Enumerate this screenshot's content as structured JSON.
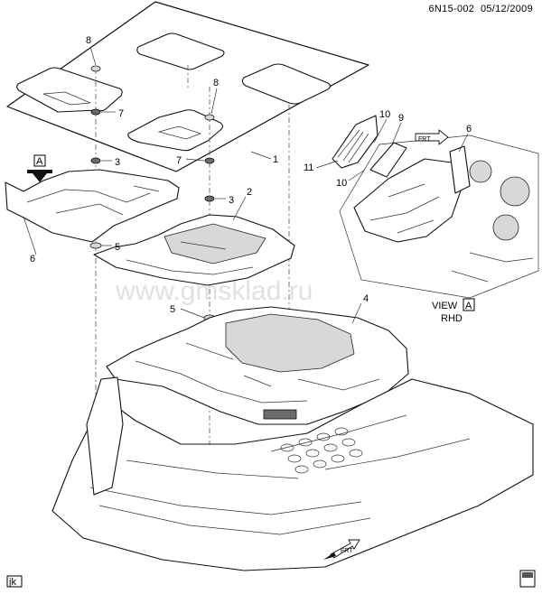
{
  "header": {
    "diagram_id": "6N15-002",
    "date": "05/12/2009"
  },
  "watermark": "www.gmsklad.ru",
  "callouts": {
    "c1": "1",
    "c2": "2",
    "c3a": "3",
    "c3b": "3",
    "c4": "4",
    "c5a": "5",
    "c5b": "5",
    "c6a": "6",
    "c6b": "6",
    "c7a": "7",
    "c7b": "7",
    "c8a": "8",
    "c8b": "8",
    "c9": "9",
    "c10a": "10",
    "c10b": "10",
    "c11": "11"
  },
  "view": {
    "marker": "A",
    "view_label": "VIEW",
    "view_box": "A",
    "side": "RHD"
  },
  "frt_label": "FRT",
  "footer": {
    "code": "jk"
  },
  "icons": [
    "view-arrow-icon",
    "front-arrow-icon",
    "logo-icon"
  ]
}
